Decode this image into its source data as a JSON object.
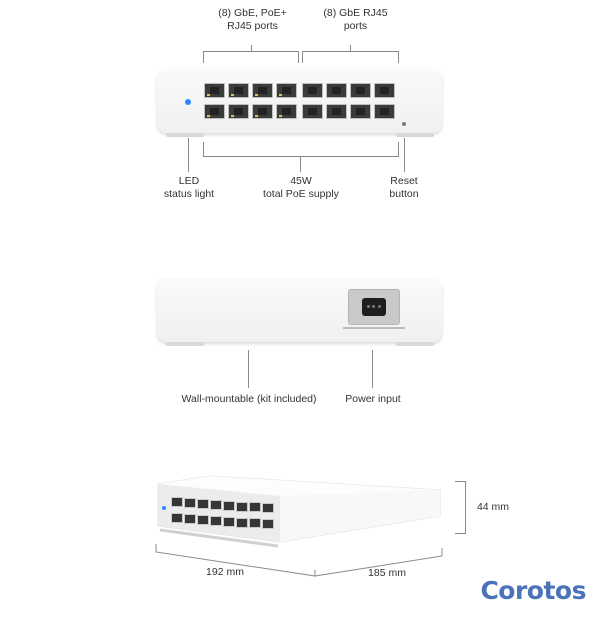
{
  "top": {
    "label_poe_ports": "(8) GbE, PoE+\nRJ45 ports",
    "label_rj45_ports": "(8) GbE RJ45\nports",
    "label_led": "LED\nstatus light",
    "label_poe_supply": "45W\ntotal PoE supply",
    "label_reset": "Reset\nbutton"
  },
  "middle": {
    "label_wall": "Wall-mountable (kit included)",
    "label_power": "Power input"
  },
  "bottom": {
    "label_height": "44 mm",
    "label_width": "192 mm",
    "label_depth": "185 mm"
  },
  "brand": {
    "logo_text": "Corotos"
  },
  "colors": {
    "led_blue": "#2f86ff",
    "logo_blue": "#4a73b8"
  }
}
